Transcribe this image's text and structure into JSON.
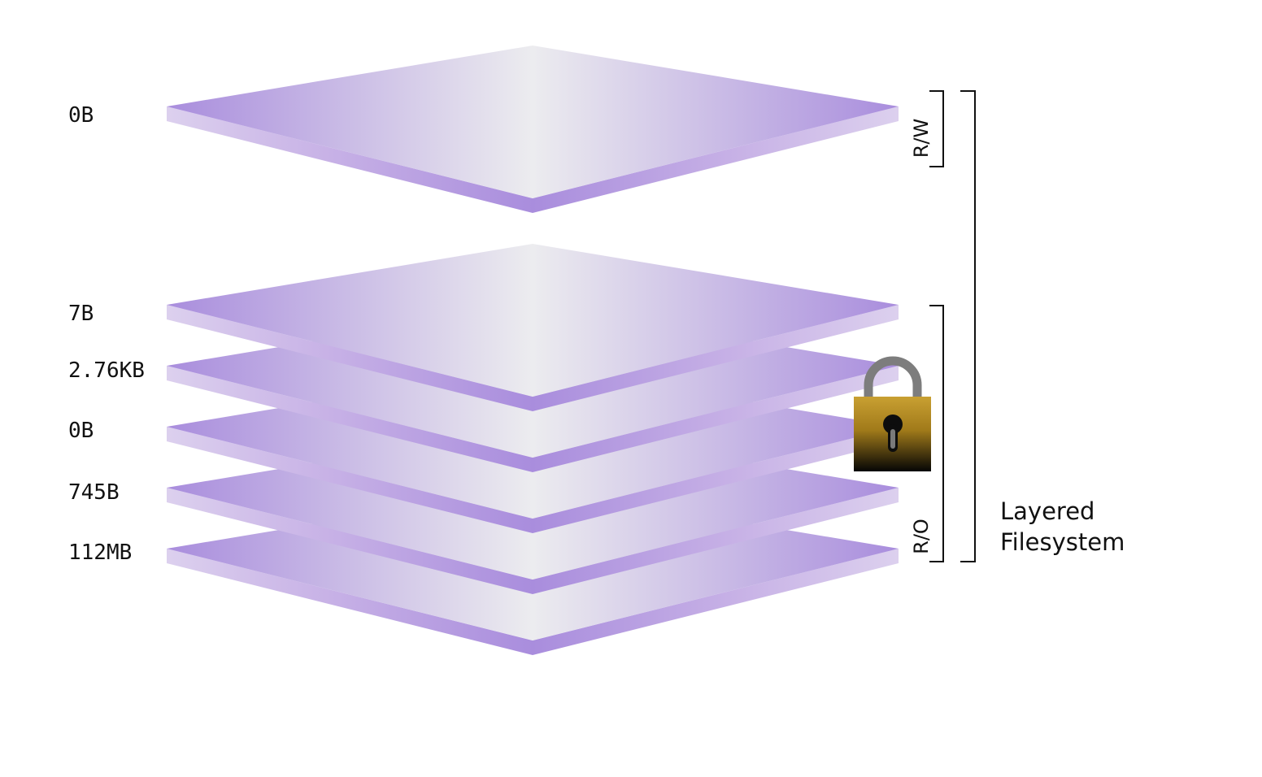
{
  "layers": [
    {
      "size": "0B"
    },
    {
      "size": "7B"
    },
    {
      "size": "2.76KB"
    },
    {
      "size": "0B"
    },
    {
      "size": "745B"
    },
    {
      "size": "112MB"
    }
  ],
  "brackets": {
    "rw_label": "R/W",
    "ro_label": "R/O"
  },
  "filesystem_label": {
    "line1": "Layered",
    "line2": "Filesystem"
  },
  "colors": {
    "layer_edge": "#a98ddd",
    "layer_center": "#ececef",
    "lock_body_top": "#c9a032",
    "lock_body_bottom": "#050505",
    "lock_shackle": "#7d7d7d"
  },
  "icons": {
    "lock": "padlock-icon"
  }
}
